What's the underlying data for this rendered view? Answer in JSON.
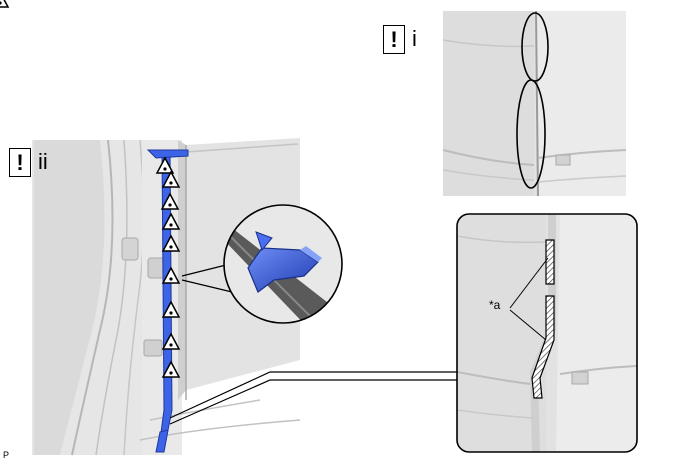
{
  "labels": {
    "view_i_numeral": "i",
    "view_ii_numeral": "ii",
    "warning_mark": "!",
    "callout_a": "*a",
    "corner_code": "P"
  },
  "colors": {
    "panel_grey": "#e4e4e4",
    "panel_light": "#ececec",
    "edge_grey": "#a8a8a8",
    "clip_blue": "#2f55d8",
    "clip_blue_dark": "#1f3a9c"
  },
  "icons": [
    "warning-icon",
    "caution-triangle-icon",
    "clip-icon"
  ],
  "caution_marker_count": 9
}
